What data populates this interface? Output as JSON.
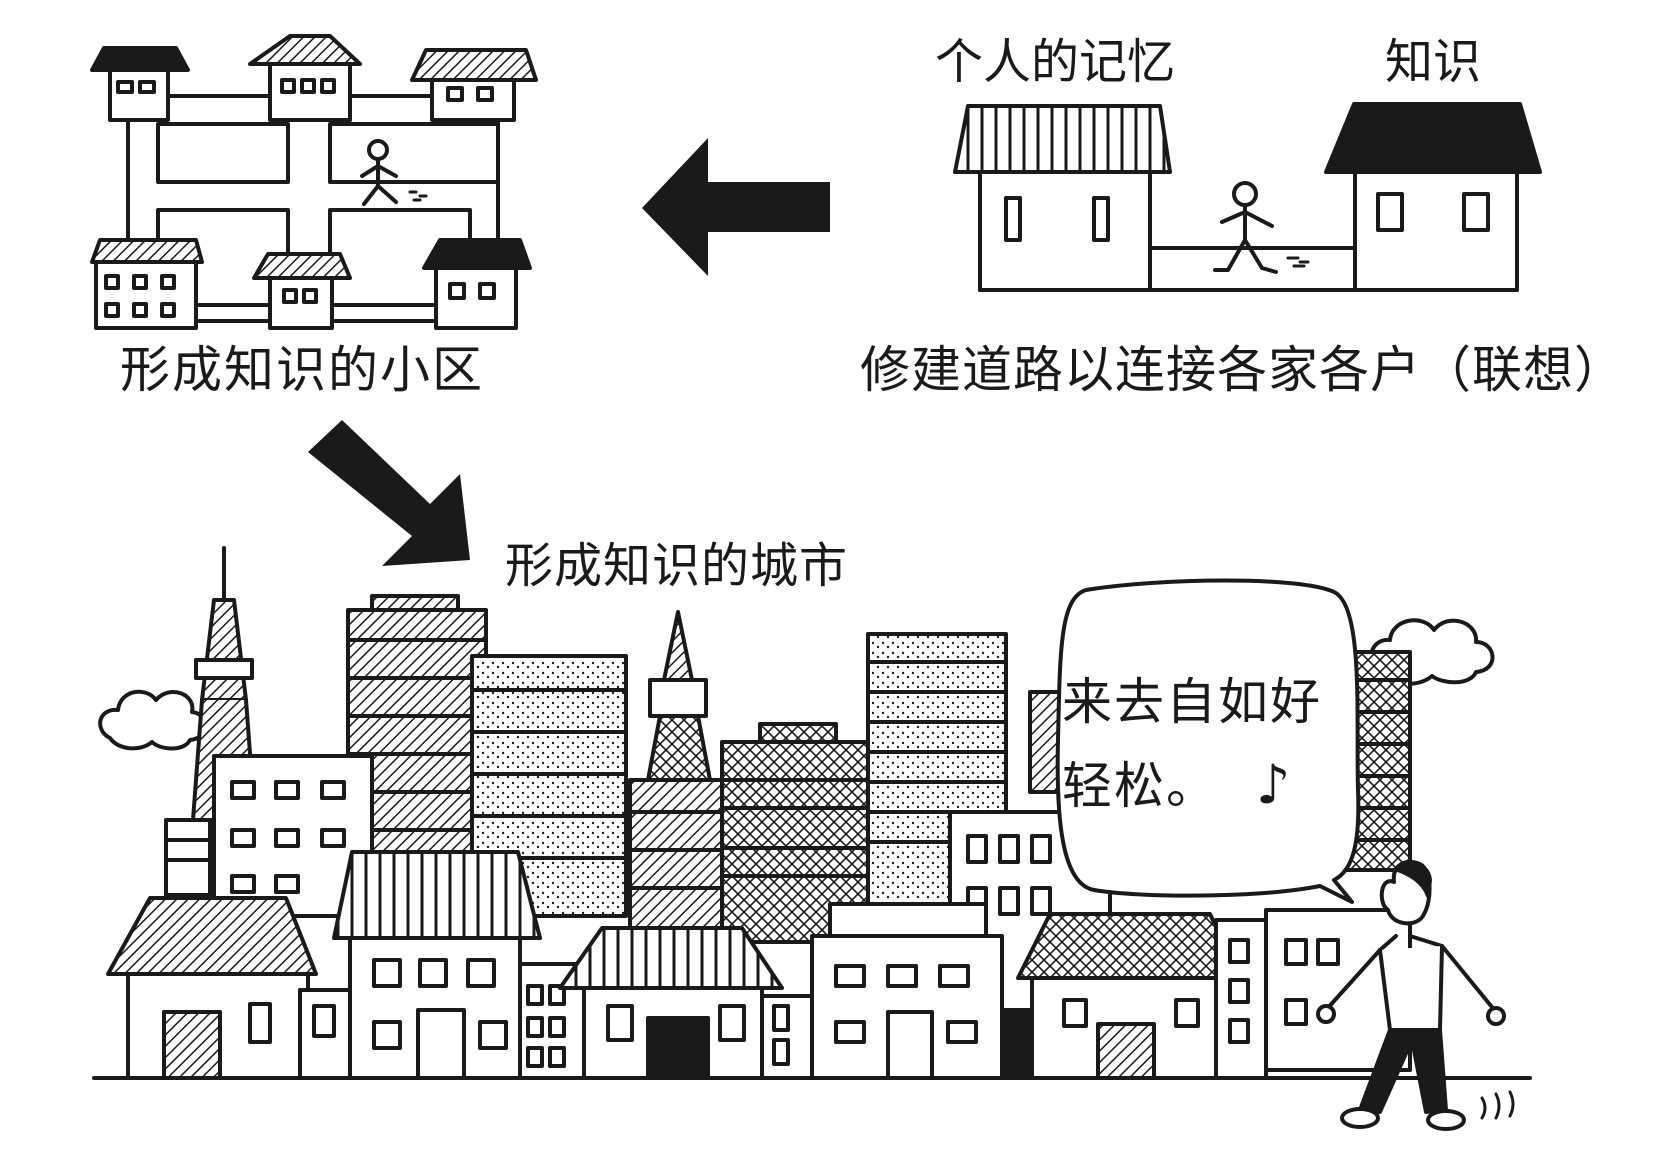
{
  "labels": {
    "personal_memory": "个人的记忆",
    "knowledge": "知识",
    "community": "形成知识的小区",
    "roads": "修建道路以连接各家各户（联想）",
    "city": "形成知识的城市"
  },
  "speech_bubble": {
    "line1": "来去自如好",
    "line2": "轻松。",
    "note_icon": "music-note-icon"
  },
  "icons": {
    "arrow_left": "arrow-left-icon",
    "arrow_down_right": "arrow-down-right-icon"
  },
  "colors": {
    "ink": "#1a1a1a",
    "paper": "#ffffff"
  }
}
